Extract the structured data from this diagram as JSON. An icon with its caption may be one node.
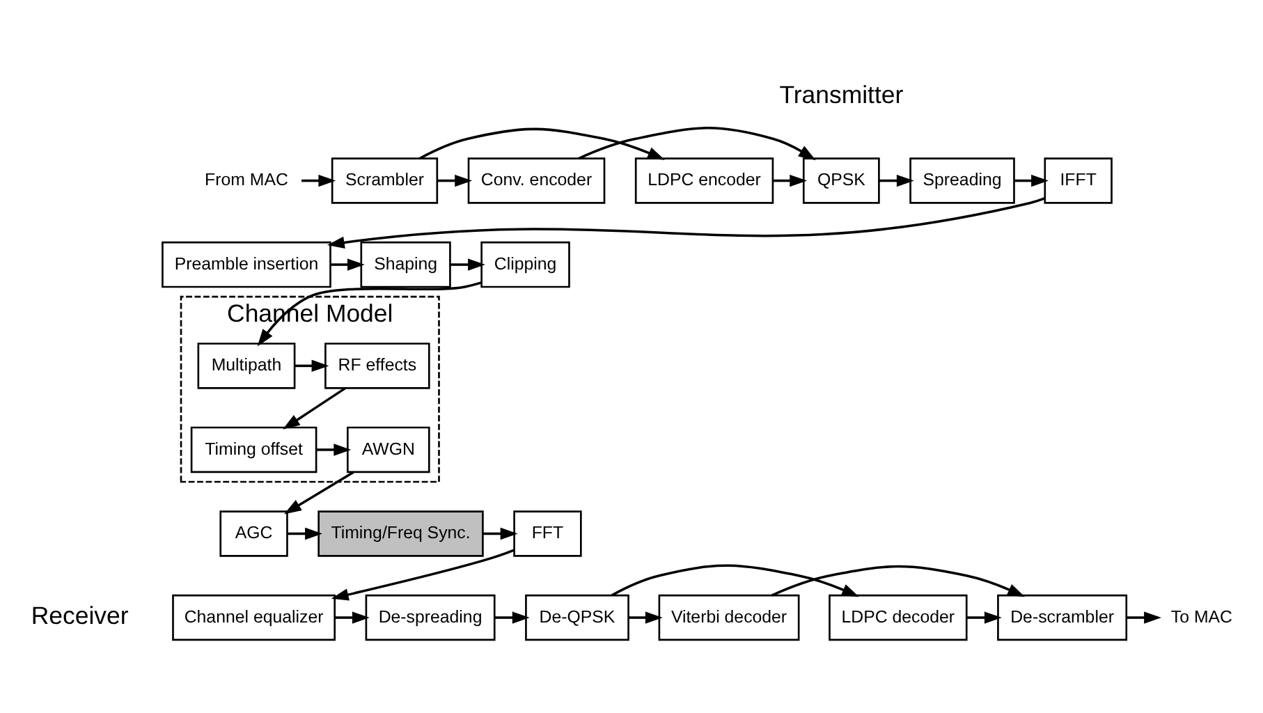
{
  "diagram": {
    "nodes": [
      {
        "text": [
          "From MAC"
        ]
      },
      {
        "text": [
          "Scrambler"
        ]
      },
      {
        "text": [
          "LDPC encoder"
        ]
      },
      {
        "text": [
          "Conv. encoder"
        ]
      },
      {
        "text": [
          "QPSK"
        ]
      },
      {
        "text": [
          "Spreading"
        ]
      },
      {
        "text": [
          "IFFT"
        ]
      },
      {
        "text": [
          "Preamble insertion"
        ]
      },
      {
        "text": [
          "Shaping"
        ]
      },
      {
        "text": [
          "Clipping"
        ]
      },
      {
        "text": [
          "Channel Model"
        ]
      },
      {
        "text": [
          "Multipath"
        ],
        "in": 10
      },
      {
        "text": [
          "RF effects"
        ],
        "in": 10
      },
      {
        "text": [
          "Timing offset"
        ],
        "in": 10
      },
      {
        "text": [
          "AWGN"
        ],
        "in": 10
      },
      {
        "text": [
          "AGC"
        ]
      },
      {
        "text": [
          "Timing/Freq Sync."
        ]
      },
      {
        "text": [
          "FFT"
        ]
      },
      {
        "text": [
          "Channel equalizer"
        ]
      },
      {
        "text": [
          "De-spreading"
        ]
      },
      {
        "text": [
          "De-QPSK"
        ]
      },
      {
        "text": [
          "LDPC decoder"
        ]
      },
      {
        "text": [
          "Viterbi decoder"
        ]
      },
      {
        "text": [
          "De-scrambler"
        ]
      },
      {
        "text": [
          "To MAC"
        ]
      }
    ],
    "edges": [
      {
        "from": 0,
        "to": 1,
        "arrow": "to"
      },
      {
        "from": 1,
        "to": 2,
        "arrow": "to"
      },
      {
        "from": 1,
        "to": 3,
        "arrow": "to"
      },
      {
        "from": 2,
        "to": 4,
        "arrow": "to"
      },
      {
        "from": 3,
        "to": 4,
        "arrow": "to"
      },
      {
        "from": 4,
        "to": 5,
        "arrow": "to"
      },
      {
        "from": 5,
        "to": 6,
        "arrow": "to"
      },
      {
        "from": 6,
        "to": 7,
        "arrow": "to"
      },
      {
        "from": 7,
        "to": 8,
        "arrow": "to"
      },
      {
        "from": 8,
        "to": 9,
        "arrow": "to"
      },
      {
        "from": 9,
        "to": 11,
        "arrow": "to"
      },
      {
        "from": 11,
        "to": 12,
        "arrow": "to"
      },
      {
        "from": 12,
        "to": 13,
        "arrow": "to"
      },
      {
        "from": 13,
        "to": 14,
        "arrow": "to"
      },
      {
        "from": 14,
        "to": 15,
        "arrow": "to"
      },
      {
        "from": 15,
        "to": 16,
        "arrow": "to"
      },
      {
        "from": 16,
        "to": 17,
        "arrow": "to"
      },
      {
        "from": 17,
        "to": 18,
        "arrow": "to"
      },
      {
        "from": 18,
        "to": 19,
        "arrow": "to"
      },
      {
        "from": 19,
        "to": 20,
        "arrow": "to"
      },
      {
        "from": 20,
        "to": 21,
        "arrow": "to"
      },
      {
        "from": 20,
        "to": 22,
        "arrow": "to"
      },
      {
        "from": 21,
        "to": 23,
        "arrow": "to"
      },
      {
        "from": 22,
        "to": 23,
        "arrow": "to"
      },
      {
        "from": 23,
        "to": 24,
        "arrow": "to"
      }
    ],
    "labels": [
      "Transmitter",
      "Receiver"
    ]
  }
}
